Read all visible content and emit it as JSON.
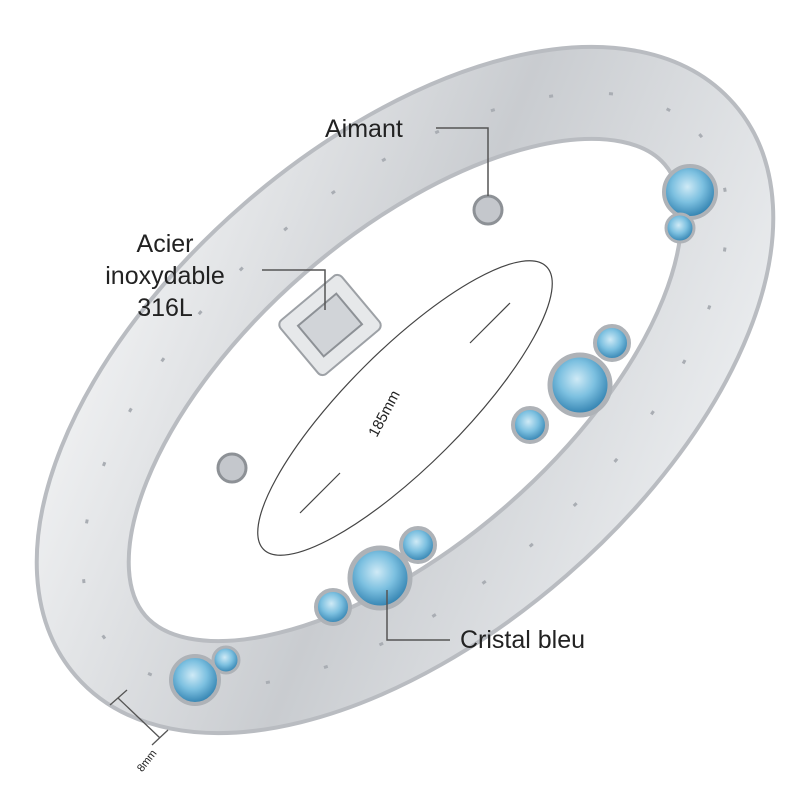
{
  "labels": {
    "magnet": "Aimant",
    "steel_line1": "Acier",
    "steel_line2": "inoxydable",
    "steel_line3": "316L",
    "crystal": "Cristal bleu"
  },
  "dimensions": {
    "length": "185mm",
    "width": "8mm"
  },
  "colors": {
    "silver": "#d9dbde",
    "crystal": "#6fb6d8",
    "text": "#222222",
    "line": "#555555"
  }
}
